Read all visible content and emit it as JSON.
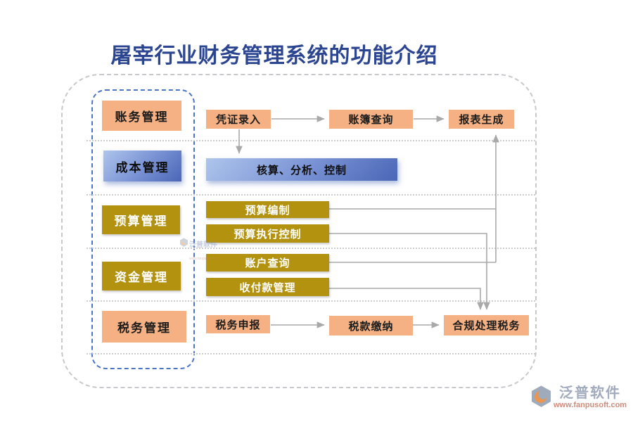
{
  "title": "屠宰行业财务管理系统的功能介绍",
  "left_panel": {
    "items": [
      {
        "label": "账务管理"
      },
      {
        "label": "成本管理"
      },
      {
        "label": "预算管理"
      },
      {
        "label": "资金管理"
      },
      {
        "label": "税务管理"
      }
    ]
  },
  "flow": {
    "accounting": {
      "steps": [
        {
          "label": "凭证录入"
        },
        {
          "label": "账簿查询"
        },
        {
          "label": "报表生成"
        }
      ]
    },
    "cost": {
      "label": "核算、分析、控制"
    },
    "budget": {
      "steps": [
        {
          "label": "预算编制"
        },
        {
          "label": "预算执行控制"
        }
      ]
    },
    "funds": {
      "steps": [
        {
          "label": "账户查询"
        },
        {
          "label": "收付款管理"
        }
      ]
    },
    "tax": {
      "steps": [
        {
          "label": "税务申报"
        },
        {
          "label": "税款缴纳"
        },
        {
          "label": "合规处理税务"
        }
      ]
    }
  },
  "branding": {
    "name": "泛普软件",
    "url": "www.fanpusoft.com"
  },
  "colors": {
    "title_text": "#2b4590",
    "peach_node": "#f5b183",
    "gold_node": "#b2920e",
    "blue_node_light": "#aec5ec",
    "blue_node_dark": "#4a66b6",
    "connector_line": "#a9a9a9",
    "dashed_frame_blue": "#4a74c4",
    "dashed_frame_gray": "#c8c8cc",
    "brand_name": "#98a3b6",
    "brand_url": "#c8806e"
  }
}
